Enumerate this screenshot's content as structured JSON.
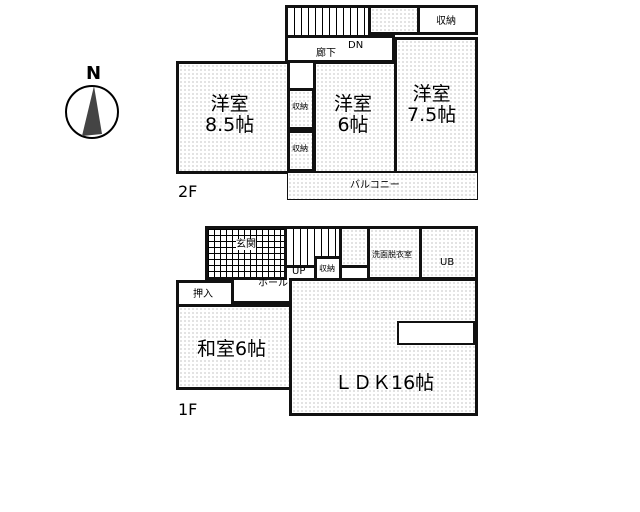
{
  "compass": {
    "label": "N"
  },
  "floor2": {
    "label": "2F",
    "rooms": {
      "western_85": "洋室\n8.5帖",
      "western_6": "洋室\n6帖",
      "western_75": "洋室\n7.5帖",
      "storage_top": "収納",
      "storage_a": "収納",
      "storage_b": "収納",
      "corridor": "廊下",
      "down": "DN",
      "balcony": "バルコニー"
    }
  },
  "floor1": {
    "label": "1F",
    "rooms": {
      "entrance": "玄関",
      "hall": "ホール",
      "up": "UP",
      "storage": "収納",
      "washroom": "洗面脱衣室",
      "bath": "UB",
      "closet": "押入",
      "japanese": "和室6帖",
      "ldk": "ＬＤＫ16帖"
    }
  }
}
